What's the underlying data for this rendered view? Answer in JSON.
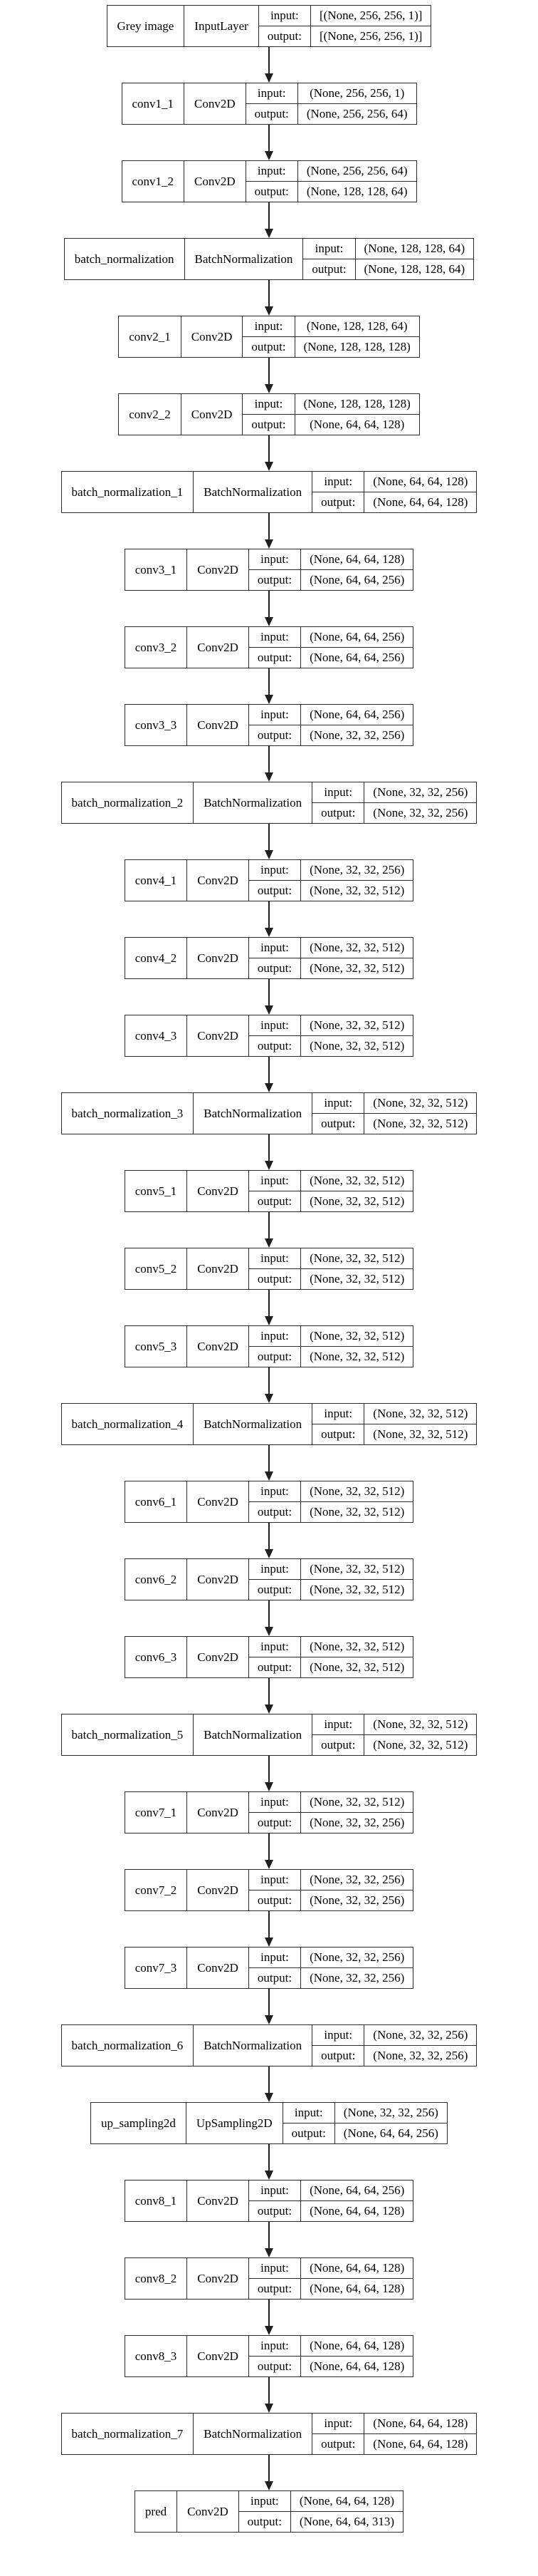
{
  "diagram": {
    "kind": "keras-model-plot",
    "background_color": "#ffffff",
    "border_color": "#2a2a2a",
    "arrow_color": "#1f1f1f",
    "labels": {
      "input": "input:",
      "output": "output:"
    },
    "nodes": [
      {
        "name": "Grey image",
        "type": "InputLayer",
        "input": "[(None, 256, 256, 1)]",
        "output": "[(None, 256, 256, 1)]"
      },
      {
        "name": "conv1_1",
        "type": "Conv2D",
        "input": "(None, 256, 256, 1)",
        "output": "(None, 256, 256, 64)"
      },
      {
        "name": "conv1_2",
        "type": "Conv2D",
        "input": "(None, 256, 256, 64)",
        "output": "(None, 128, 128, 64)"
      },
      {
        "name": "batch_normalization",
        "type": "BatchNormalization",
        "input": "(None, 128, 128, 64)",
        "output": "(None, 128, 128, 64)"
      },
      {
        "name": "conv2_1",
        "type": "Conv2D",
        "input": "(None, 128, 128, 64)",
        "output": "(None, 128, 128, 128)"
      },
      {
        "name": "conv2_2",
        "type": "Conv2D",
        "input": "(None, 128, 128, 128)",
        "output": "(None, 64, 64, 128)"
      },
      {
        "name": "batch_normalization_1",
        "type": "BatchNormalization",
        "input": "(None, 64, 64, 128)",
        "output": "(None, 64, 64, 128)"
      },
      {
        "name": "conv3_1",
        "type": "Conv2D",
        "input": "(None, 64, 64, 128)",
        "output": "(None, 64, 64, 256)"
      },
      {
        "name": "conv3_2",
        "type": "Conv2D",
        "input": "(None, 64, 64, 256)",
        "output": "(None, 64, 64, 256)"
      },
      {
        "name": "conv3_3",
        "type": "Conv2D",
        "input": "(None, 64, 64, 256)",
        "output": "(None, 32, 32, 256)"
      },
      {
        "name": "batch_normalization_2",
        "type": "BatchNormalization",
        "input": "(None, 32, 32, 256)",
        "output": "(None, 32, 32, 256)"
      },
      {
        "name": "conv4_1",
        "type": "Conv2D",
        "input": "(None, 32, 32, 256)",
        "output": "(None, 32, 32, 512)"
      },
      {
        "name": "conv4_2",
        "type": "Conv2D",
        "input": "(None, 32, 32, 512)",
        "output": "(None, 32, 32, 512)"
      },
      {
        "name": "conv4_3",
        "type": "Conv2D",
        "input": "(None, 32, 32, 512)",
        "output": "(None, 32, 32, 512)"
      },
      {
        "name": "batch_normalization_3",
        "type": "BatchNormalization",
        "input": "(None, 32, 32, 512)",
        "output": "(None, 32, 32, 512)"
      },
      {
        "name": "conv5_1",
        "type": "Conv2D",
        "input": "(None, 32, 32, 512)",
        "output": "(None, 32, 32, 512)"
      },
      {
        "name": "conv5_2",
        "type": "Conv2D",
        "input": "(None, 32, 32, 512)",
        "output": "(None, 32, 32, 512)"
      },
      {
        "name": "conv5_3",
        "type": "Conv2D",
        "input": "(None, 32, 32, 512)",
        "output": "(None, 32, 32, 512)"
      },
      {
        "name": "batch_normalization_4",
        "type": "BatchNormalization",
        "input": "(None, 32, 32, 512)",
        "output": "(None, 32, 32, 512)"
      },
      {
        "name": "conv6_1",
        "type": "Conv2D",
        "input": "(None, 32, 32, 512)",
        "output": "(None, 32, 32, 512)"
      },
      {
        "name": "conv6_2",
        "type": "Conv2D",
        "input": "(None, 32, 32, 512)",
        "output": "(None, 32, 32, 512)"
      },
      {
        "name": "conv6_3",
        "type": "Conv2D",
        "input": "(None, 32, 32, 512)",
        "output": "(None, 32, 32, 512)"
      },
      {
        "name": "batch_normalization_5",
        "type": "BatchNormalization",
        "input": "(None, 32, 32, 512)",
        "output": "(None, 32, 32, 512)"
      },
      {
        "name": "conv7_1",
        "type": "Conv2D",
        "input": "(None, 32, 32, 512)",
        "output": "(None, 32, 32, 256)"
      },
      {
        "name": "conv7_2",
        "type": "Conv2D",
        "input": "(None, 32, 32, 256)",
        "output": "(None, 32, 32, 256)"
      },
      {
        "name": "conv7_3",
        "type": "Conv2D",
        "input": "(None, 32, 32, 256)",
        "output": "(None, 32, 32, 256)"
      },
      {
        "name": "batch_normalization_6",
        "type": "BatchNormalization",
        "input": "(None, 32, 32, 256)",
        "output": "(None, 32, 32, 256)"
      },
      {
        "name": "up_sampling2d",
        "type": "UpSampling2D",
        "input": "(None, 32, 32, 256)",
        "output": "(None, 64, 64, 256)"
      },
      {
        "name": "conv8_1",
        "type": "Conv2D",
        "input": "(None, 64, 64, 256)",
        "output": "(None, 64, 64, 128)"
      },
      {
        "name": "conv8_2",
        "type": "Conv2D",
        "input": "(None, 64, 64, 128)",
        "output": "(None, 64, 64, 128)"
      },
      {
        "name": "conv8_3",
        "type": "Conv2D",
        "input": "(None, 64, 64, 128)",
        "output": "(None, 64, 64, 128)"
      },
      {
        "name": "batch_normalization_7",
        "type": "BatchNormalization",
        "input": "(None, 64, 64, 128)",
        "output": "(None, 64, 64, 128)"
      },
      {
        "name": "pred",
        "type": "Conv2D",
        "input": "(None, 64, 64, 128)",
        "output": "(None, 64, 64, 313)"
      }
    ]
  }
}
